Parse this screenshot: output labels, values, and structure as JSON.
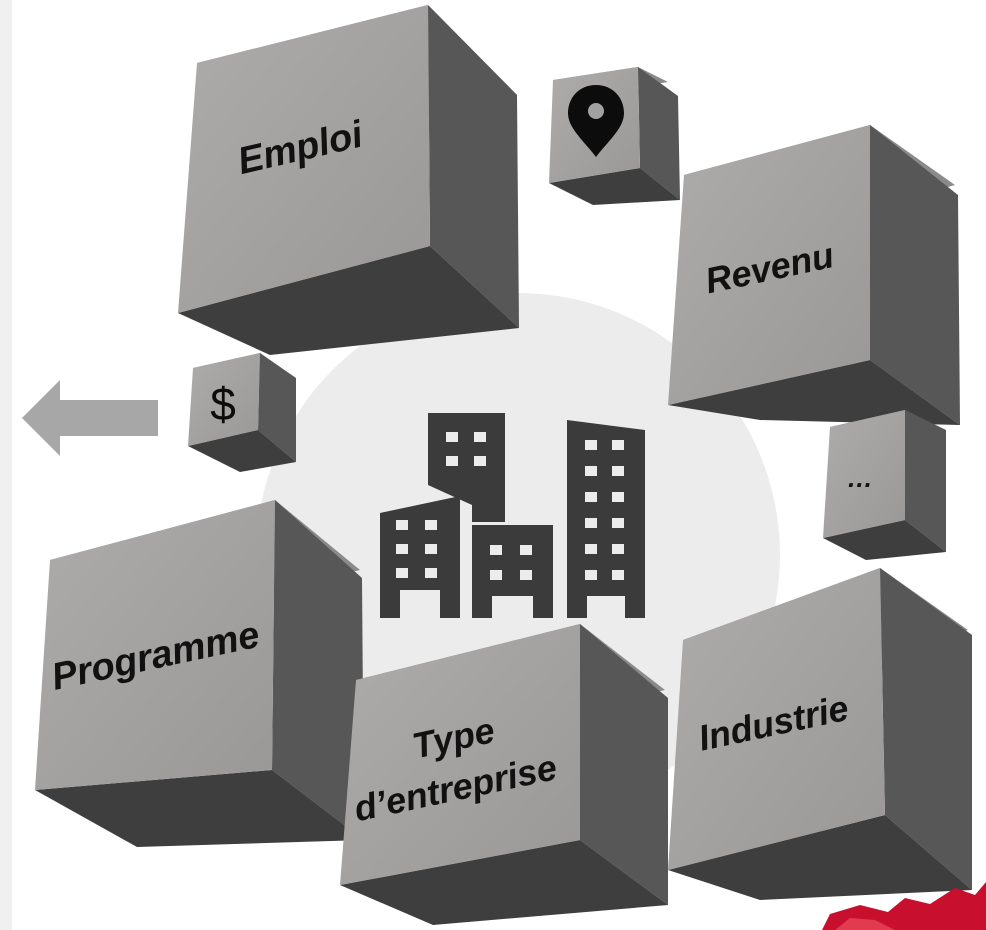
{
  "diagram": {
    "center_icon": "office-buildings-icon",
    "cubes": {
      "emploi": "Emploi",
      "revenu": "Revenu",
      "programme": "Programme",
      "type_line1": "Type",
      "type_line2": "d’entreprise",
      "industrie": "Industrie",
      "more": "…"
    },
    "small_cube_icons": [
      "location-pin-icon",
      "dollar-sign-icon"
    ],
    "arrow_direction": "left",
    "colors": {
      "cube_front": "#a3a1a0",
      "cube_side": "#575757",
      "cube_bottom": "#3e3e3e",
      "buildings": "#3b3b3b",
      "background_circle": "#ececec",
      "arrow": "#a7a7a7",
      "leaf_accent": "#c8102e"
    }
  }
}
